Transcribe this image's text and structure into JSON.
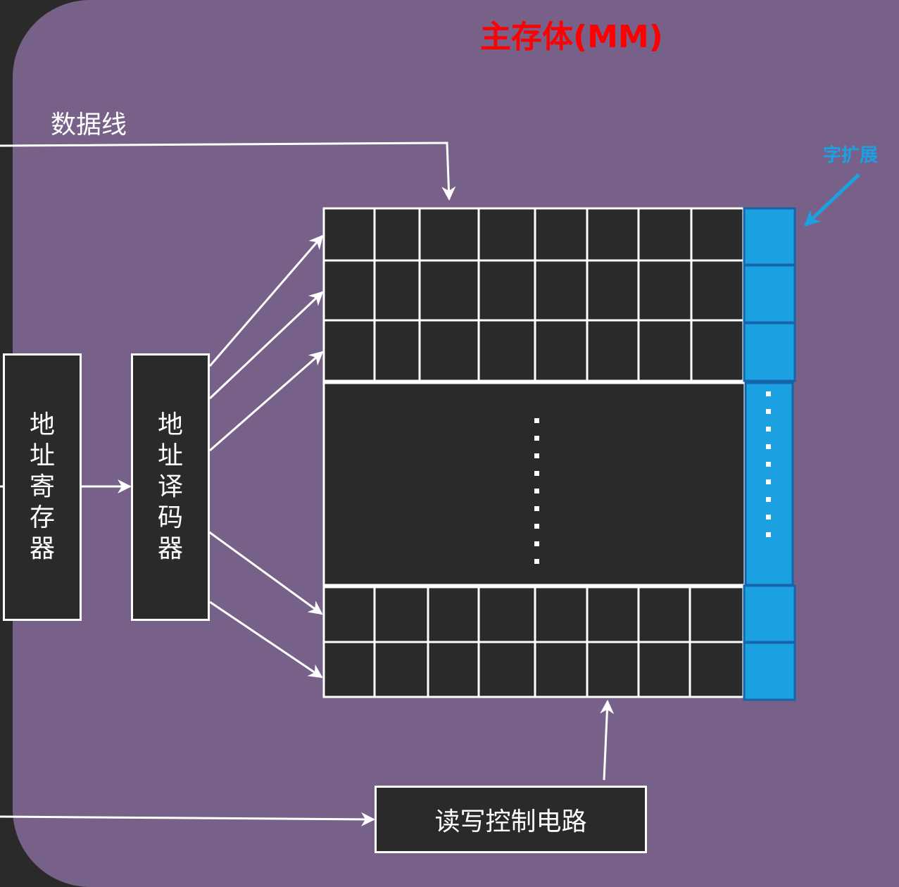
{
  "title": "主存体(MM)",
  "data_line_label": "数据线",
  "word_extension_label": "字扩展",
  "address_register_label": "地址寄存器",
  "address_decoder_label": "地址译码器",
  "rw_control_label": "读写控制电路",
  "colors": {
    "background": "#2a2a2a",
    "panel": "#776189",
    "title": "#ff0000",
    "accent_blue": "#1ba1e2",
    "cell_fill": "#2a2a2a",
    "line": "#ffffff"
  }
}
